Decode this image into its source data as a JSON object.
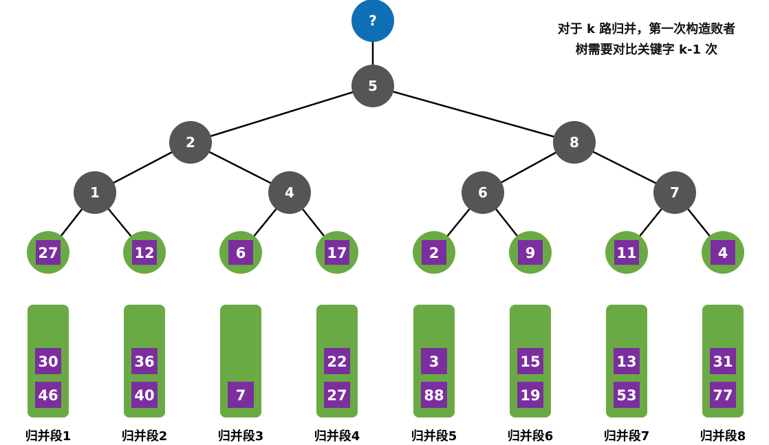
{
  "colors": {
    "root_fill": "#0f6fb5",
    "internal_fill": "#555555",
    "leaf_fill": "#6aaa45",
    "key_fill": "#7b2e9e",
    "edge": "#000000",
    "text": "#ffffff",
    "label_text": "#000000"
  },
  "root": {
    "label": "?"
  },
  "tree_nodes": [
    "5",
    "2",
    "8",
    "1",
    "4",
    "6",
    "7"
  ],
  "leaves": [
    "27",
    "12",
    "6",
    "17",
    "2",
    "9",
    "11",
    "4"
  ],
  "segments": [
    {
      "label": "归并段1",
      "values": [
        "30",
        "46"
      ]
    },
    {
      "label": "归并段2",
      "values": [
        "36",
        "40"
      ]
    },
    {
      "label": "归并段3",
      "values": [
        "7"
      ]
    },
    {
      "label": "归并段4",
      "values": [
        "22",
        "27"
      ]
    },
    {
      "label": "归并段5",
      "values": [
        "3",
        "88"
      ]
    },
    {
      "label": "归并段6",
      "values": [
        "15",
        "19"
      ]
    },
    {
      "label": "归并段7",
      "values": [
        "13",
        "53"
      ]
    },
    {
      "label": "归并段8",
      "values": [
        "31",
        "77"
      ]
    }
  ],
  "note": {
    "line1": "对于 k 路归并，第一次构造败者",
    "line2": "树需要对比关键字 k-1 次"
  }
}
